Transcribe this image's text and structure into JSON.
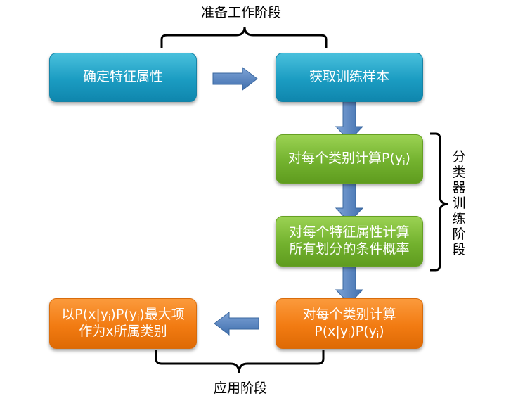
{
  "phases": {
    "preparation": "准备工作阶段",
    "training": "分类器训练阶段",
    "application": "应用阶段"
  },
  "steps": {
    "determine_features": "确定特征属性",
    "get_samples": "获取训练样本",
    "compute_prior": {
      "prefix": "对每个类别计算P(y",
      "sub": "i",
      "suffix": ")"
    },
    "compute_conditional": {
      "line1": "对每个特征属性计算",
      "line2": "所有划分的条件概率"
    },
    "compute_joint": {
      "line1": "对每个类别计算",
      "line2_a": "P(x|y",
      "line2_sub1": "i",
      "line2_b": ")P(y",
      "line2_sub2": "i",
      "line2_c": ")"
    },
    "select_max": {
      "line1_a": "以P(x|y",
      "line1_sub1": "i",
      "line1_b": ")P(y",
      "line1_sub2": "i",
      "line1_c": ")最大项",
      "line2": "作为x所属类别"
    }
  },
  "colors": {
    "blue": "#1b9cc2",
    "green": "#73b22e",
    "orange": "#f27b12",
    "arrow": "#4f81bd"
  }
}
